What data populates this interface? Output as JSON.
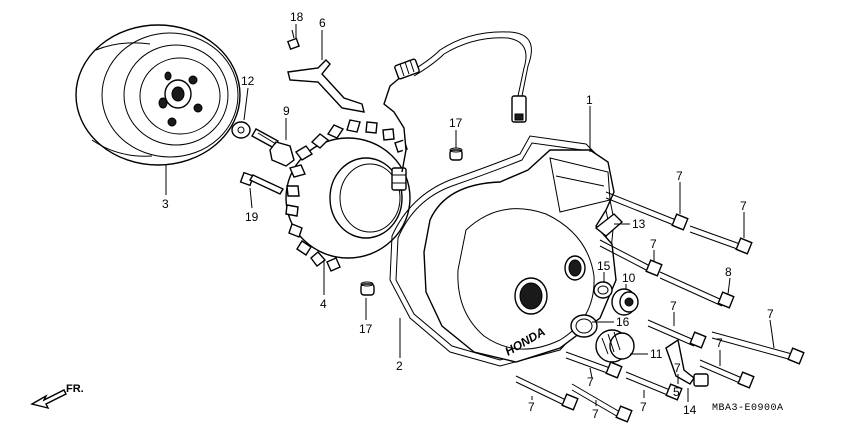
{
  "callouts": [
    {
      "id": "c18",
      "label": "18"
    },
    {
      "id": "c6",
      "label": "6"
    },
    {
      "id": "c12",
      "label": "12"
    },
    {
      "id": "c9",
      "label": "9"
    },
    {
      "id": "c3",
      "label": "3"
    },
    {
      "id": "c19",
      "label": "19"
    },
    {
      "id": "c4",
      "label": "4"
    },
    {
      "id": "c17a",
      "label": "17"
    },
    {
      "id": "c17b",
      "label": "17"
    },
    {
      "id": "c1",
      "label": "1"
    },
    {
      "id": "c2",
      "label": "2"
    },
    {
      "id": "c13",
      "label": "13"
    },
    {
      "id": "c7a",
      "label": "7"
    },
    {
      "id": "c7b",
      "label": "7"
    },
    {
      "id": "c7c",
      "label": "7"
    },
    {
      "id": "c7d",
      "label": "7"
    },
    {
      "id": "c7e",
      "label": "7"
    },
    {
      "id": "c7f",
      "label": "7"
    },
    {
      "id": "c7g",
      "label": "7"
    },
    {
      "id": "c7h",
      "label": "7"
    },
    {
      "id": "c7i",
      "label": "7"
    },
    {
      "id": "c7j",
      "label": "7"
    },
    {
      "id": "c7k",
      "label": "7"
    },
    {
      "id": "c8",
      "label": "8"
    },
    {
      "id": "c15",
      "label": "15"
    },
    {
      "id": "c10",
      "label": "10"
    },
    {
      "id": "c16",
      "label": "16"
    },
    {
      "id": "c11",
      "label": "11"
    },
    {
      "id": "c5",
      "label": "5"
    },
    {
      "id": "c14",
      "label": "14"
    }
  ],
  "front_arrow": {
    "label": "FR."
  },
  "drawing_code": "MBA3-E0900A",
  "cover_logo": "HONDA"
}
